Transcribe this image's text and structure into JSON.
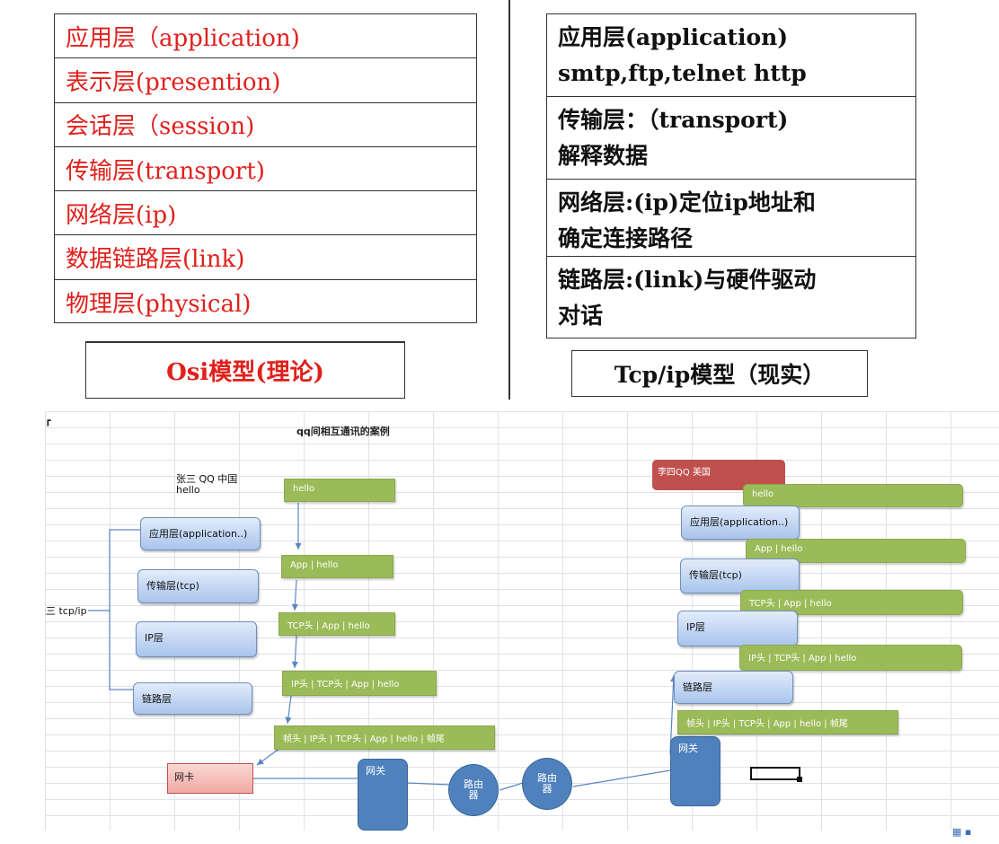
{
  "osi": {
    "layers": [
      "应用层（application)",
      "表示层(presention)",
      "会话层（session)",
      "传输层(transport)",
      "网络层(ip)",
      "数据链路层(link)",
      "物理层(physical)"
    ],
    "caption": "Osi模型(理论)"
  },
  "tcpip": {
    "rows": [
      {
        "line1": "应用层(application)",
        "line2": "smtp,ftp,telnet http"
      },
      {
        "line1": "传输层：（transport)",
        "line2": "解释数据"
      },
      {
        "line1": "网络层:(ip)定位ip地址和",
        "line2": "确定连接路径"
      },
      {
        "line1": "链路层:(link)与硬件驱动",
        "line2": "对话"
      }
    ],
    "caption": "Tcp/ip模型（现实）"
  },
  "diagram": {
    "title": "qq间相互通讯的案例",
    "sender_label_line1": "张三 QQ 中国",
    "sender_label_line2": "hello",
    "stack_label": "张三 tcp/ip",
    "left_layers": [
      "应用层(application..)",
      "传输层(tcp)",
      "IP层",
      "链路层"
    ],
    "left_packets": [
      "hello",
      "App |  hello",
      "TCP头 | App |  hello",
      "IP头 | TCP头 | App |  hello",
      "帧头 | IP头 | TCP头 | App |  hello | 帧尾"
    ],
    "nic": "网卡",
    "gateway_left": "网关",
    "router1": "路由器",
    "router2": "路由器",
    "gateway_right": "网关",
    "receiver_label": "李四QQ 美国",
    "right_layers": [
      "应用层(application..)",
      "传输层(tcp)",
      "IP层",
      "链路层"
    ],
    "right_packets": [
      "hello",
      "App |  hello",
      "TCP头 | App |  hello",
      "IP头 | TCP头 | App |  hello",
      "帧头 | IP头 | TCP头 | App |  hello | 帧尾"
    ]
  },
  "colors": {
    "osi_text": "#e0201c",
    "packet_green": "#9bbb59",
    "layer_blue": "#a9c4ec",
    "device_blue": "#4f81bd",
    "receiver_red": "#c0504d"
  }
}
